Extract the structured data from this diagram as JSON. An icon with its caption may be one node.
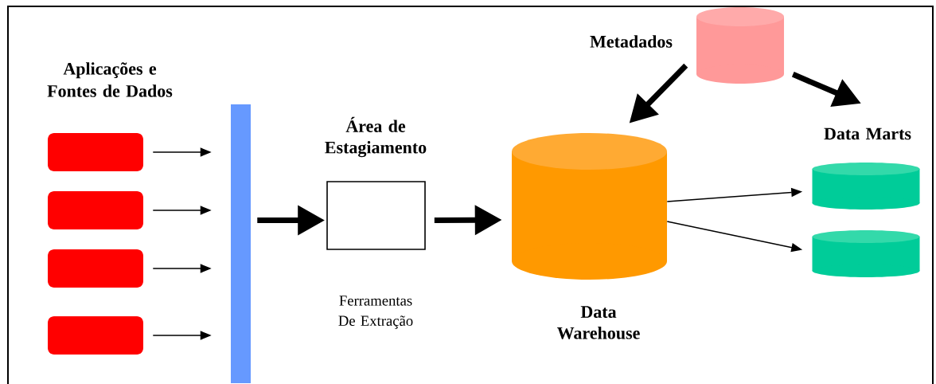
{
  "diagram": {
    "nodes": [
      {
        "text": [],
        "shape": "box"
      },
      {
        "text": [],
        "shape": "box"
      },
      {
        "text": [],
        "shape": "box"
      },
      {
        "text": [],
        "shape": "box"
      },
      {
        "text": [],
        "shape": "bar"
      },
      {
        "text": [
          "Área de Estagiamento"
        ],
        "beside": [
          "Ferramentas De Extração"
        ]
      },
      {
        "text": [
          "Data Warehouse"
        ]
      },
      {
        "text": [
          "Metadados"
        ]
      },
      {
        "text": [],
        "shape": "cylinder"
      },
      {
        "text": [],
        "shape": "cylinder"
      }
    ],
    "edges": [
      {
        "from": 0,
        "to": 4,
        "arrow": "to"
      },
      {
        "from": 1,
        "to": 4,
        "arrow": "to"
      },
      {
        "from": 2,
        "to": 4,
        "arrow": "to"
      },
      {
        "from": 3,
        "to": 4,
        "arrow": "to"
      },
      {
        "from": 4,
        "to": 5,
        "arrow": "to",
        "style": "thick"
      },
      {
        "from": 5,
        "to": 6,
        "arrow": "to",
        "style": "thick"
      },
      {
        "from": 7,
        "to": 6,
        "arrow": "to",
        "style": "thick"
      },
      {
        "from": 7,
        "to": null,
        "arrow": "to",
        "style": "thick"
      },
      {
        "from": 6,
        "to": 8,
        "arrow": "to"
      },
      {
        "from": 6,
        "to": 9,
        "arrow": "to"
      }
    ],
    "labels": [
      "Aplicações e Fontes de Dados",
      "Data Marts"
    ]
  }
}
